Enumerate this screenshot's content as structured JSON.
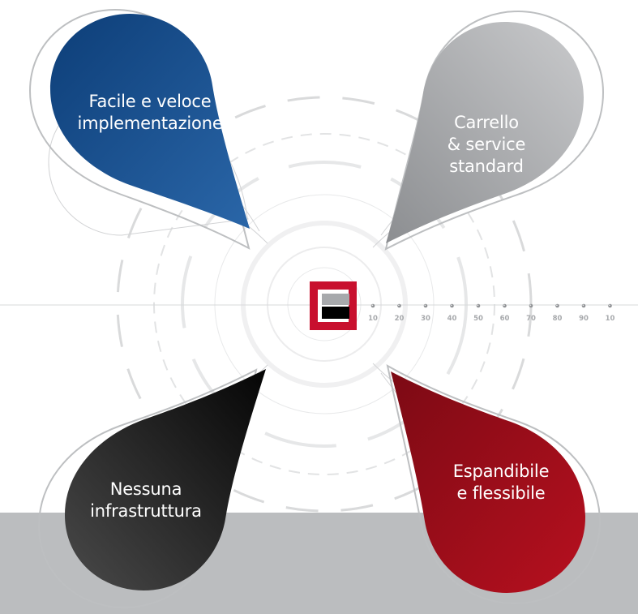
{
  "petals": [
    {
      "id": "top-left",
      "lines": [
        "Facile e veloce",
        "implementazione"
      ],
      "color": "#0b3a70"
    },
    {
      "id": "top-right",
      "lines": [
        "Carrello",
        "& service",
        "standard"
      ],
      "color": "#a7a9ac"
    },
    {
      "id": "bottom-left",
      "lines": [
        "Nessuna",
        "infrastruttura"
      ],
      "color": "#1f1f1f"
    },
    {
      "id": "bottom-right",
      "lines": [
        "Espandibile",
        "e flessibile"
      ],
      "color": "#a50c1e"
    }
  ],
  "ruler": {
    "labels": [
      "10",
      "20",
      "30",
      "40",
      "50",
      "60",
      "70",
      "80",
      "90",
      "10"
    ]
  },
  "colors": {
    "band": "#bbbdbf",
    "logo_red": "#c8102e",
    "logo_gray": "#a7a9ac"
  }
}
